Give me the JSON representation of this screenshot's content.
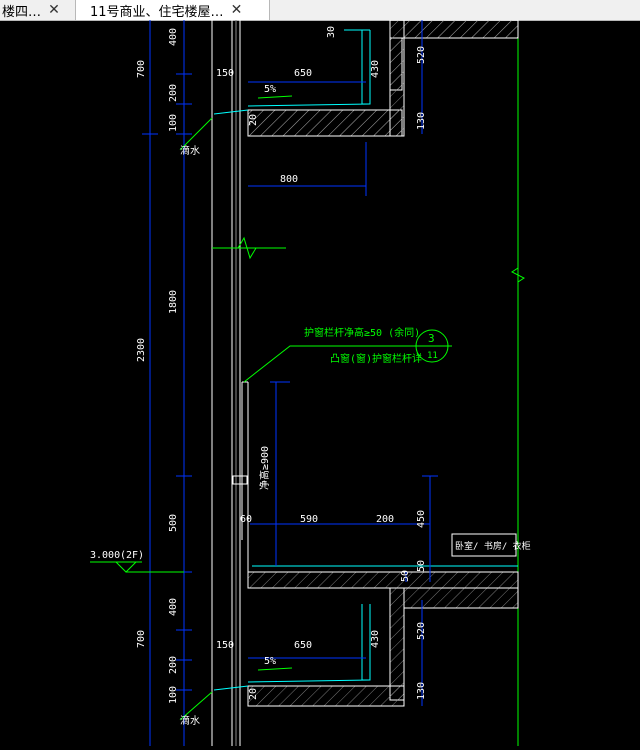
{
  "tabs": [
    {
      "label": "楼四…"
    },
    {
      "label": "11号商业、住宅楼屋…"
    }
  ],
  "drawing": {
    "top_dims_left": [
      "400",
      "700",
      "200",
      "100"
    ],
    "top_dims_inner": [
      "150",
      "650",
      "5%",
      "20",
      "30",
      "430",
      "520",
      "130"
    ],
    "dim_800": "800",
    "dim_1800": "1800",
    "dim_2300": "2300",
    "dim_500": "500",
    "dim_60": "60",
    "dim_590": "590",
    "dim_200": "200",
    "dim_450": "450",
    "dim_50a": "50",
    "dim_50b": "50",
    "rail_height": "净高≥900",
    "level": "3.000",
    "level_floor": "(2F)",
    "drip_label": "滴水",
    "note_line1": "护窗栏杆净高≥50  (余同)",
    "note_line2": "凸窗(窗)护窗栏杆详",
    "detail_num": "3",
    "detail_sheet": "11",
    "room_label": "卧室/ 书房/ 衣柜",
    "bottom_dims_left": [
      "400",
      "700",
      "200",
      "100"
    ],
    "bottom_dims_inner": [
      "150",
      "650",
      "5%",
      "20",
      "430",
      "520",
      "130"
    ]
  },
  "colors": {
    "background": "#000000",
    "line_white": "#ffffff",
    "dim": "#0033ff",
    "green": "#00ff00",
    "cyan": "#00ffff",
    "yellow": "#ffff00"
  }
}
